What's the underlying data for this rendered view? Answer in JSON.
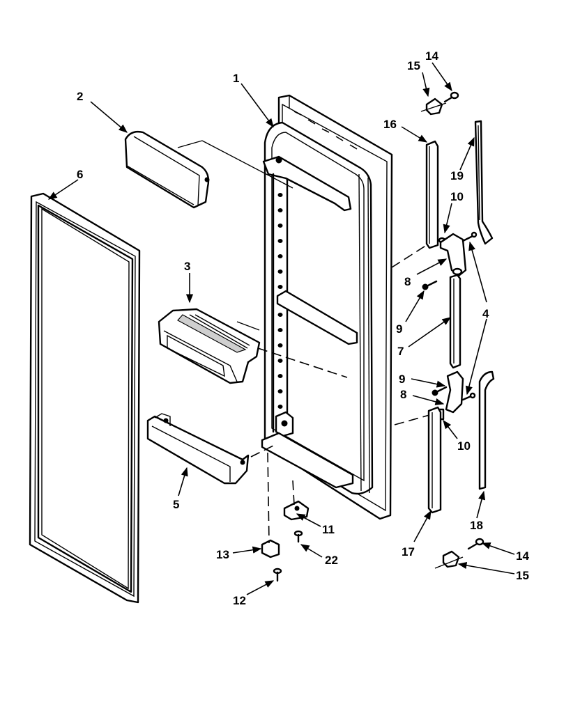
{
  "callouts": [
    {
      "id": "c1",
      "label": "1"
    },
    {
      "id": "c2",
      "label": "2"
    },
    {
      "id": "c3",
      "label": "3"
    },
    {
      "id": "c4",
      "label": "4"
    },
    {
      "id": "c5",
      "label": "5"
    },
    {
      "id": "c6",
      "label": "6"
    },
    {
      "id": "c7",
      "label": "7"
    },
    {
      "id": "c8a",
      "label": "8"
    },
    {
      "id": "c8b",
      "label": "8"
    },
    {
      "id": "c9a",
      "label": "9"
    },
    {
      "id": "c9b",
      "label": "9"
    },
    {
      "id": "c10a",
      "label": "10"
    },
    {
      "id": "c10b",
      "label": "10"
    },
    {
      "id": "c11",
      "label": "11"
    },
    {
      "id": "c12",
      "label": "12"
    },
    {
      "id": "c13",
      "label": "13"
    },
    {
      "id": "c14a",
      "label": "14"
    },
    {
      "id": "c14b",
      "label": "14"
    },
    {
      "id": "c15a",
      "label": "15"
    },
    {
      "id": "c15b",
      "label": "15"
    },
    {
      "id": "c16",
      "label": "16"
    },
    {
      "id": "c17",
      "label": "17"
    },
    {
      "id": "c18",
      "label": "18"
    },
    {
      "id": "c19",
      "label": "19"
    },
    {
      "id": "c22",
      "label": "22"
    }
  ]
}
